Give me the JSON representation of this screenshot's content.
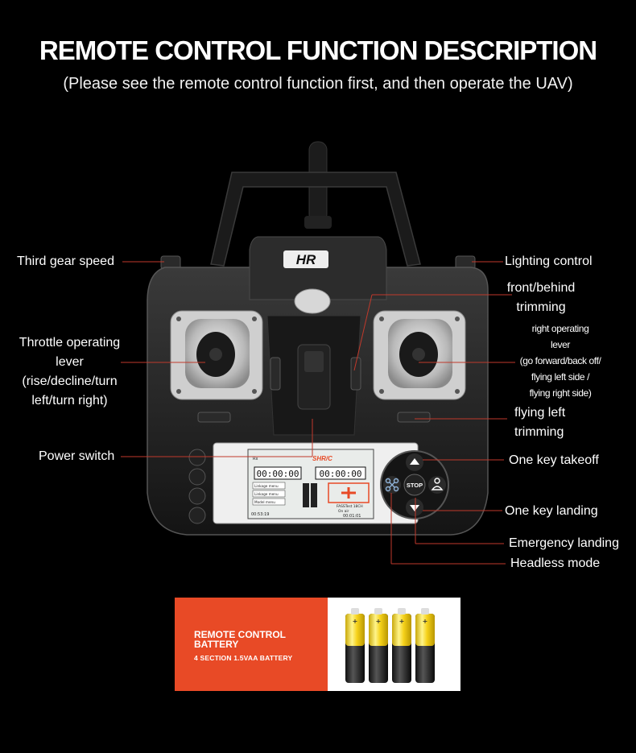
{
  "header": {
    "title": "REMOTE CONTROL FUNCTION DESCRIPTION",
    "subtitle": "(Please see the remote control function first, and then operate the UAV)"
  },
  "left_labels": {
    "third_gear_speed": "Third gear speed",
    "throttle": [
      "Throttle operating",
      "lever",
      "(rise/decline/turn",
      "left/turn right)"
    ],
    "power_switch": "Power switch"
  },
  "right_labels": {
    "lighting_control": "Lighting control",
    "front_behind_trimming": [
      "front/behind",
      "trimming"
    ],
    "right_lever": [
      "right operating",
      "lever",
      "(go forward/back off/",
      "flying left side /",
      "flying right side)"
    ],
    "flying_left_trimming": [
      "flying left",
      "trimming"
    ],
    "one_key_takeoff": "One key takeoff",
    "one_key_landing": "One key landing",
    "emergency_landing": "Emergency landing",
    "headless_mode": "Headless mode"
  },
  "device": {
    "logo": "HR",
    "stop_button": "STOP",
    "screen": {
      "timer_left": "00:00:00",
      "timer_right": "00:00:00",
      "menu": [
        "Linkage menu",
        "Linkage menu",
        "Model menu"
      ],
      "elapsed_left": "00:53:19",
      "elapsed_right": "00:01:01",
      "status": "FASSTest 18CH",
      "on_air": "On air",
      "brand": "SHR/C"
    }
  },
  "battery": {
    "title_line1": "REMOTE CONTROL",
    "title_line2": "BATTERY",
    "subtitle": "4 SECTION 1.5VAA BATTERY",
    "count": 4
  },
  "colors": {
    "background": "#000000",
    "battery_panel": "#e84a26",
    "leader_line": "#c0392b",
    "battery_yellow": "#f6d21a"
  }
}
